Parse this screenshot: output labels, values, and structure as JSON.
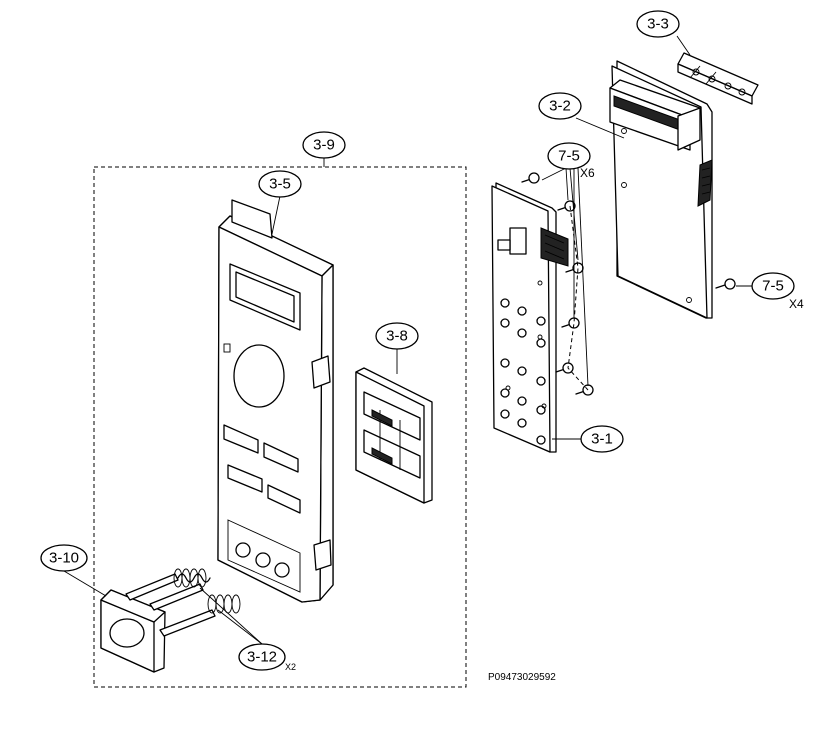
{
  "callouts": {
    "c33": "3-3",
    "c32": "3-2",
    "c75a": "7-5",
    "c75b": "7-5",
    "c39": "3-9",
    "c35": "3-5",
    "c38": "3-8",
    "c31": "3-1",
    "c310": "3-10",
    "c312": "3-12"
  },
  "quantities": {
    "x6": "X6",
    "x4": "X4",
    "x2": "X2"
  },
  "drawing_code": "P09473029592"
}
